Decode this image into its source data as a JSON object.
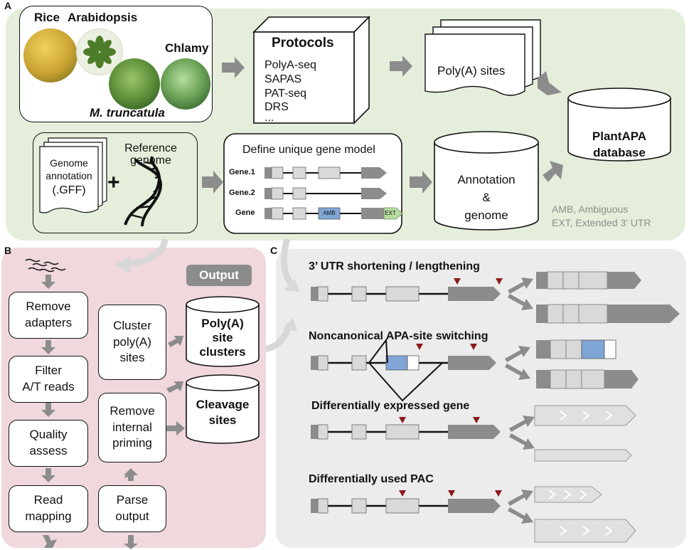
{
  "panels": {
    "a": "A",
    "b": "B",
    "c": "C"
  },
  "species": {
    "rice": "Rice",
    "arabidopsis": "Arabidopsis",
    "chlamy": "Chlamy",
    "medicago": "M. truncatula"
  },
  "protocols": {
    "title": "Protocols",
    "items": [
      "PolyA-seq",
      "SAPAS",
      "PAT-seq",
      "DRS",
      "..."
    ]
  },
  "polya_sites": "Poly(A) sites",
  "plantapa": [
    "PlantAPA",
    "database"
  ],
  "genome_annotation": [
    "Genome",
    "annotation",
    "(.GFF)"
  ],
  "plus": "+",
  "reference_genome": [
    "Reference",
    "genome"
  ],
  "gene_model": {
    "title": "Define unique gene model",
    "genes": [
      "Gene.1",
      "Gene.2",
      "Gene"
    ],
    "amb": "AMB",
    "ext": "EXT"
  },
  "annotation_genome": [
    "Annotation",
    "&",
    "genome"
  ],
  "legend": [
    "AMB, Ambiguous",
    "EXT, Extended 3’ UTR"
  ],
  "pipeline": {
    "output": "Output",
    "steps": [
      "Remove\nadapters",
      "Filter\nA/T reads",
      "Quality\nassess",
      "Read\nmapping",
      "Parse\noutput",
      "Remove\ninternal\npriming",
      "Cluster\npoly(A)\nsites"
    ],
    "db_polya": [
      "Poly(A)",
      "site",
      "clusters"
    ],
    "db_cleavage": [
      "Cleavage",
      "sites"
    ]
  },
  "applications": [
    "3’ UTR shortening / lengthening",
    "Noncanonical APA-site switching",
    "Differentially expressed gene",
    "Differentially used PAC"
  ],
  "colors": {
    "panel_a_bg": "#e5eeda",
    "panel_b_bg": "#f0d8dc",
    "panel_c_bg": "#ececec",
    "arrow": "#8c8c8c",
    "exon": "#d9d9d9",
    "utr": "#8c8c8c",
    "amb": "#7fa6d6",
    "ext": "#b7dca0",
    "pas": "#8b1a1a"
  }
}
